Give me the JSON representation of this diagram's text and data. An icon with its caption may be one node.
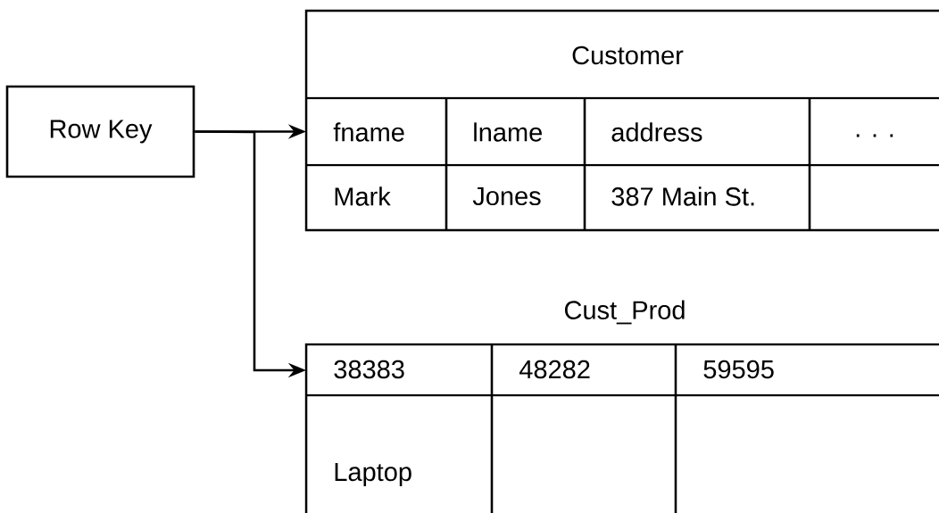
{
  "diagram": {
    "nodes": [
      {
        "text": [
          "Row Key"
        ]
      },
      {
        "text": [
          "Customer"
        ]
      },
      {
        "text": [
          "Cust_Prod"
        ]
      }
    ],
    "edges": [
      {
        "from": 0,
        "to": 1,
        "arrow": "to"
      },
      {
        "from": 0,
        "to": 2,
        "arrow": "to"
      }
    ],
    "labels": [
      "fname",
      "lname",
      "address",
      ". . .",
      "Mark",
      "Jones",
      "387 Main St.",
      "38383",
      "48282",
      "59595",
      "Laptop"
    ]
  }
}
